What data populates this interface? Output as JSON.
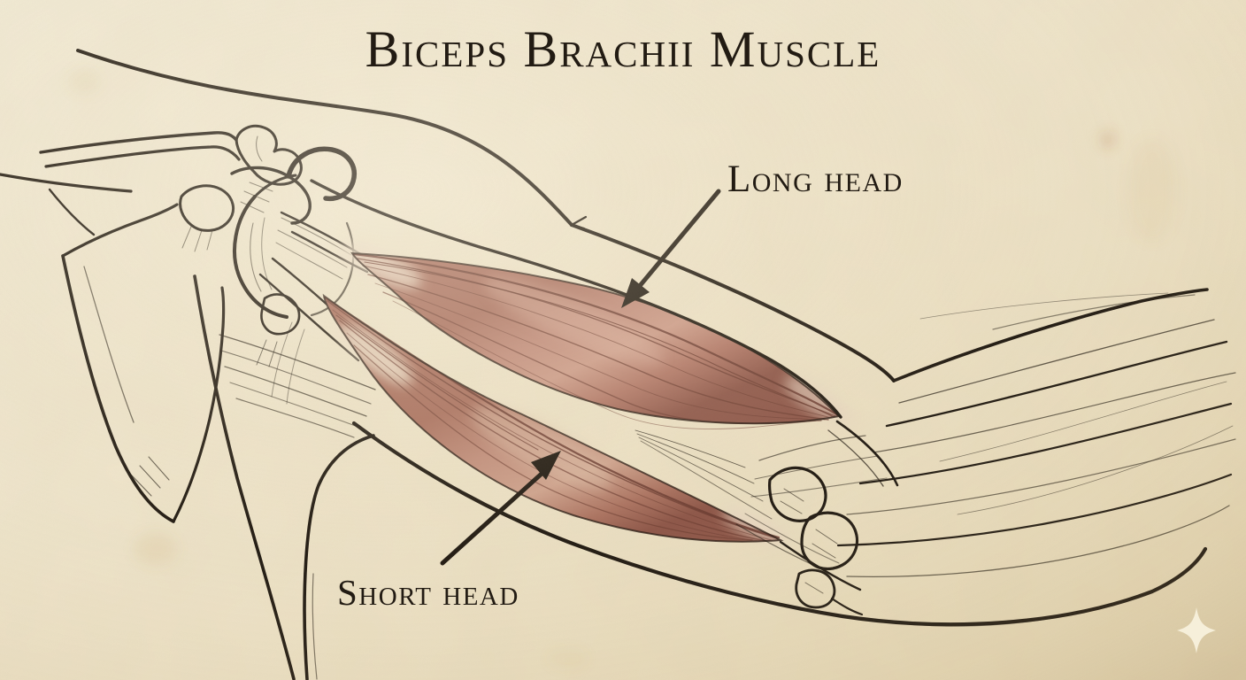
{
  "title": "Biceps Brachii Muscle",
  "labels": {
    "long_head": "Long head",
    "short_head": "Short head"
  },
  "illustration": {
    "subject": "right arm lateral view, shoulder to elbow",
    "depicted_parts": [
      "clavicle",
      "scapula",
      "humeral-head",
      "long-head-belly",
      "short-head-belly",
      "elbow-joint",
      "forearm-tendons"
    ]
  },
  "icons": {
    "sparkle": "four-pointed-sparkle"
  },
  "colors": {
    "paper": "#efe4c9",
    "paper_light": "#f3ecd8",
    "paper_dark": "#e3d5b2",
    "ink": "#221b13",
    "muscle_mid": "#c48e7e",
    "muscle_dark": "#8f584a",
    "muscle_light": "#dcb9a6",
    "tendon": "#ecdcc8",
    "sparkle": "#f8f0dc"
  }
}
